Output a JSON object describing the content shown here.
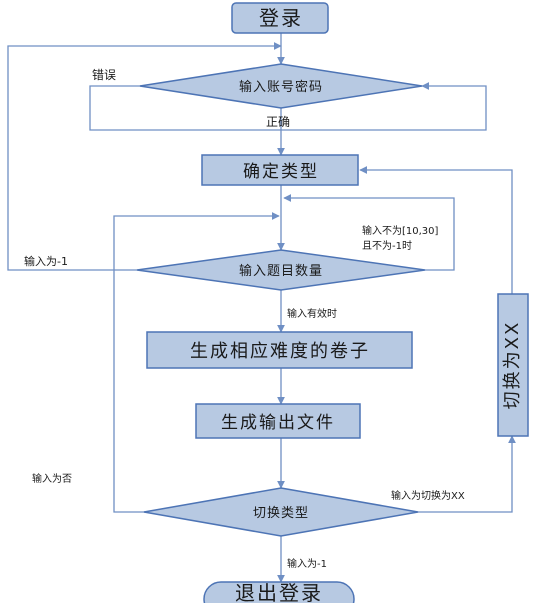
{
  "colors": {
    "fill": "#b7c9e2",
    "stroke": "#4d74b5",
    "line": "#6f8fc4",
    "text": "#1a1a1a"
  },
  "nodes": {
    "login": "登录",
    "input_account": "输入账号密码",
    "determine_type": "确定类型",
    "input_count": "输入题目数量",
    "generate_paper": "生成相应难度的卷子",
    "generate_file": "生成输出文件",
    "switch_type": "切换类型",
    "switch_to_xx": "切换为XX",
    "logout": "退出登录"
  },
  "edges": {
    "error": "错误",
    "correct": "正确",
    "input_minus1_top": "输入为-1",
    "input_not_in_range_1": "输入不为[10,30]",
    "input_not_in_range_2": "且不为-1时",
    "input_valid": "输入有效时",
    "input_no": "输入为否",
    "input_switch_to_xx": "输入为切换为XX",
    "input_minus1_bottom": "输入为-1"
  }
}
